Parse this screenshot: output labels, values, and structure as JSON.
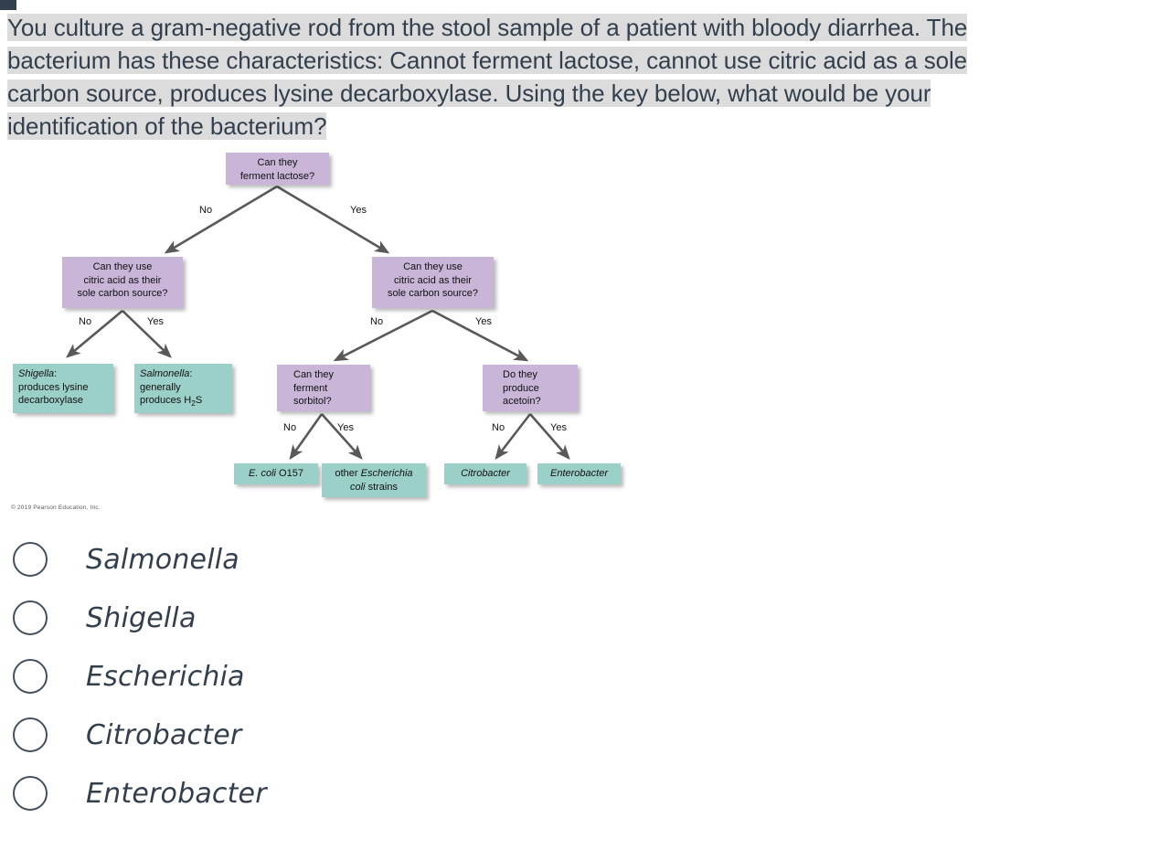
{
  "question": {
    "text": "You culture a gram-negative rod from the stool sample of a patient with bloody diarrhea.  The bacterium has these characteristics:  Cannot ferment lactose, cannot use citric acid as a sole carbon source, produces lysine decarboxylase.  Using the key below, what would be your identification of the bacterium?",
    "line1": "You culture a gram-negative rod from the stool sample of a patient with bloody diarrhea.  The",
    "line2": "bacterium has these characteristics:  Cannot ferment lactose, cannot use citric acid as a sole",
    "line3": "carbon source, produces lysine decarboxylase.  Using the key below, what would be your",
    "line4": "identification of the bacterium?",
    "highlight_color": "#dcdcdc",
    "text_color": "#333f4d"
  },
  "figure": {
    "colors": {
      "decision_node": "#c8b5d8",
      "terminal_node": "#9bd0c8",
      "arrow": "#595959"
    },
    "copyright": "© 2019 Pearson Education, Inc.",
    "nodes": {
      "root": {
        "line1": "Can they",
        "line2": "ferment lactose?"
      },
      "mid_left": {
        "line1": "Can they use",
        "line2": "citric acid as their",
        "line3": "sole carbon source?"
      },
      "mid_right": {
        "line1": "Can they use",
        "line2": "citric acid as their",
        "line3": "sole carbon source?"
      },
      "shigella": {
        "line1_italic": "Shigella",
        "line1_rest": ":",
        "line2": "produces lysine",
        "line3": "decarboxylase"
      },
      "salmonella": {
        "line1_italic": "Salmonella",
        "line1_rest": ":",
        "line2": "generally",
        "line3_pre": "produces H",
        "line3_sub": "2",
        "line3_post": "S"
      },
      "sorbitol": {
        "line1": "Can they",
        "line2": "ferment",
        "line3": "sorbitol?"
      },
      "acetoin": {
        "line1": "Do they",
        "line2": "produce",
        "line3": "acetoin?"
      },
      "ecoli_o157": {
        "italic": "E. coli",
        "rest": " O157"
      },
      "other_ecoli": {
        "pre": "other ",
        "italic1": "Escherichia",
        "italic2": "coli",
        "post": " strains"
      },
      "citrobacter": {
        "label": "Citrobacter"
      },
      "enterobacter": {
        "label": "Enterobacter"
      }
    },
    "edges": {
      "root_no": "No",
      "root_yes": "Yes",
      "mid_left_no": "No",
      "mid_left_yes": "Yes",
      "mid_right_no": "No",
      "mid_right_yes": "Yes",
      "sorbitol_no": "No",
      "sorbitol_yes": "Yes",
      "acetoin_no": "No",
      "acetoin_yes": "Yes"
    }
  },
  "choices": [
    {
      "label": "Salmonella",
      "selected": false
    },
    {
      "label": "Shigella",
      "selected": false
    },
    {
      "label": "Escherichia",
      "selected": false
    },
    {
      "label": "Citrobacter",
      "selected": false
    },
    {
      "label": "Enterobacter",
      "selected": false
    }
  ]
}
